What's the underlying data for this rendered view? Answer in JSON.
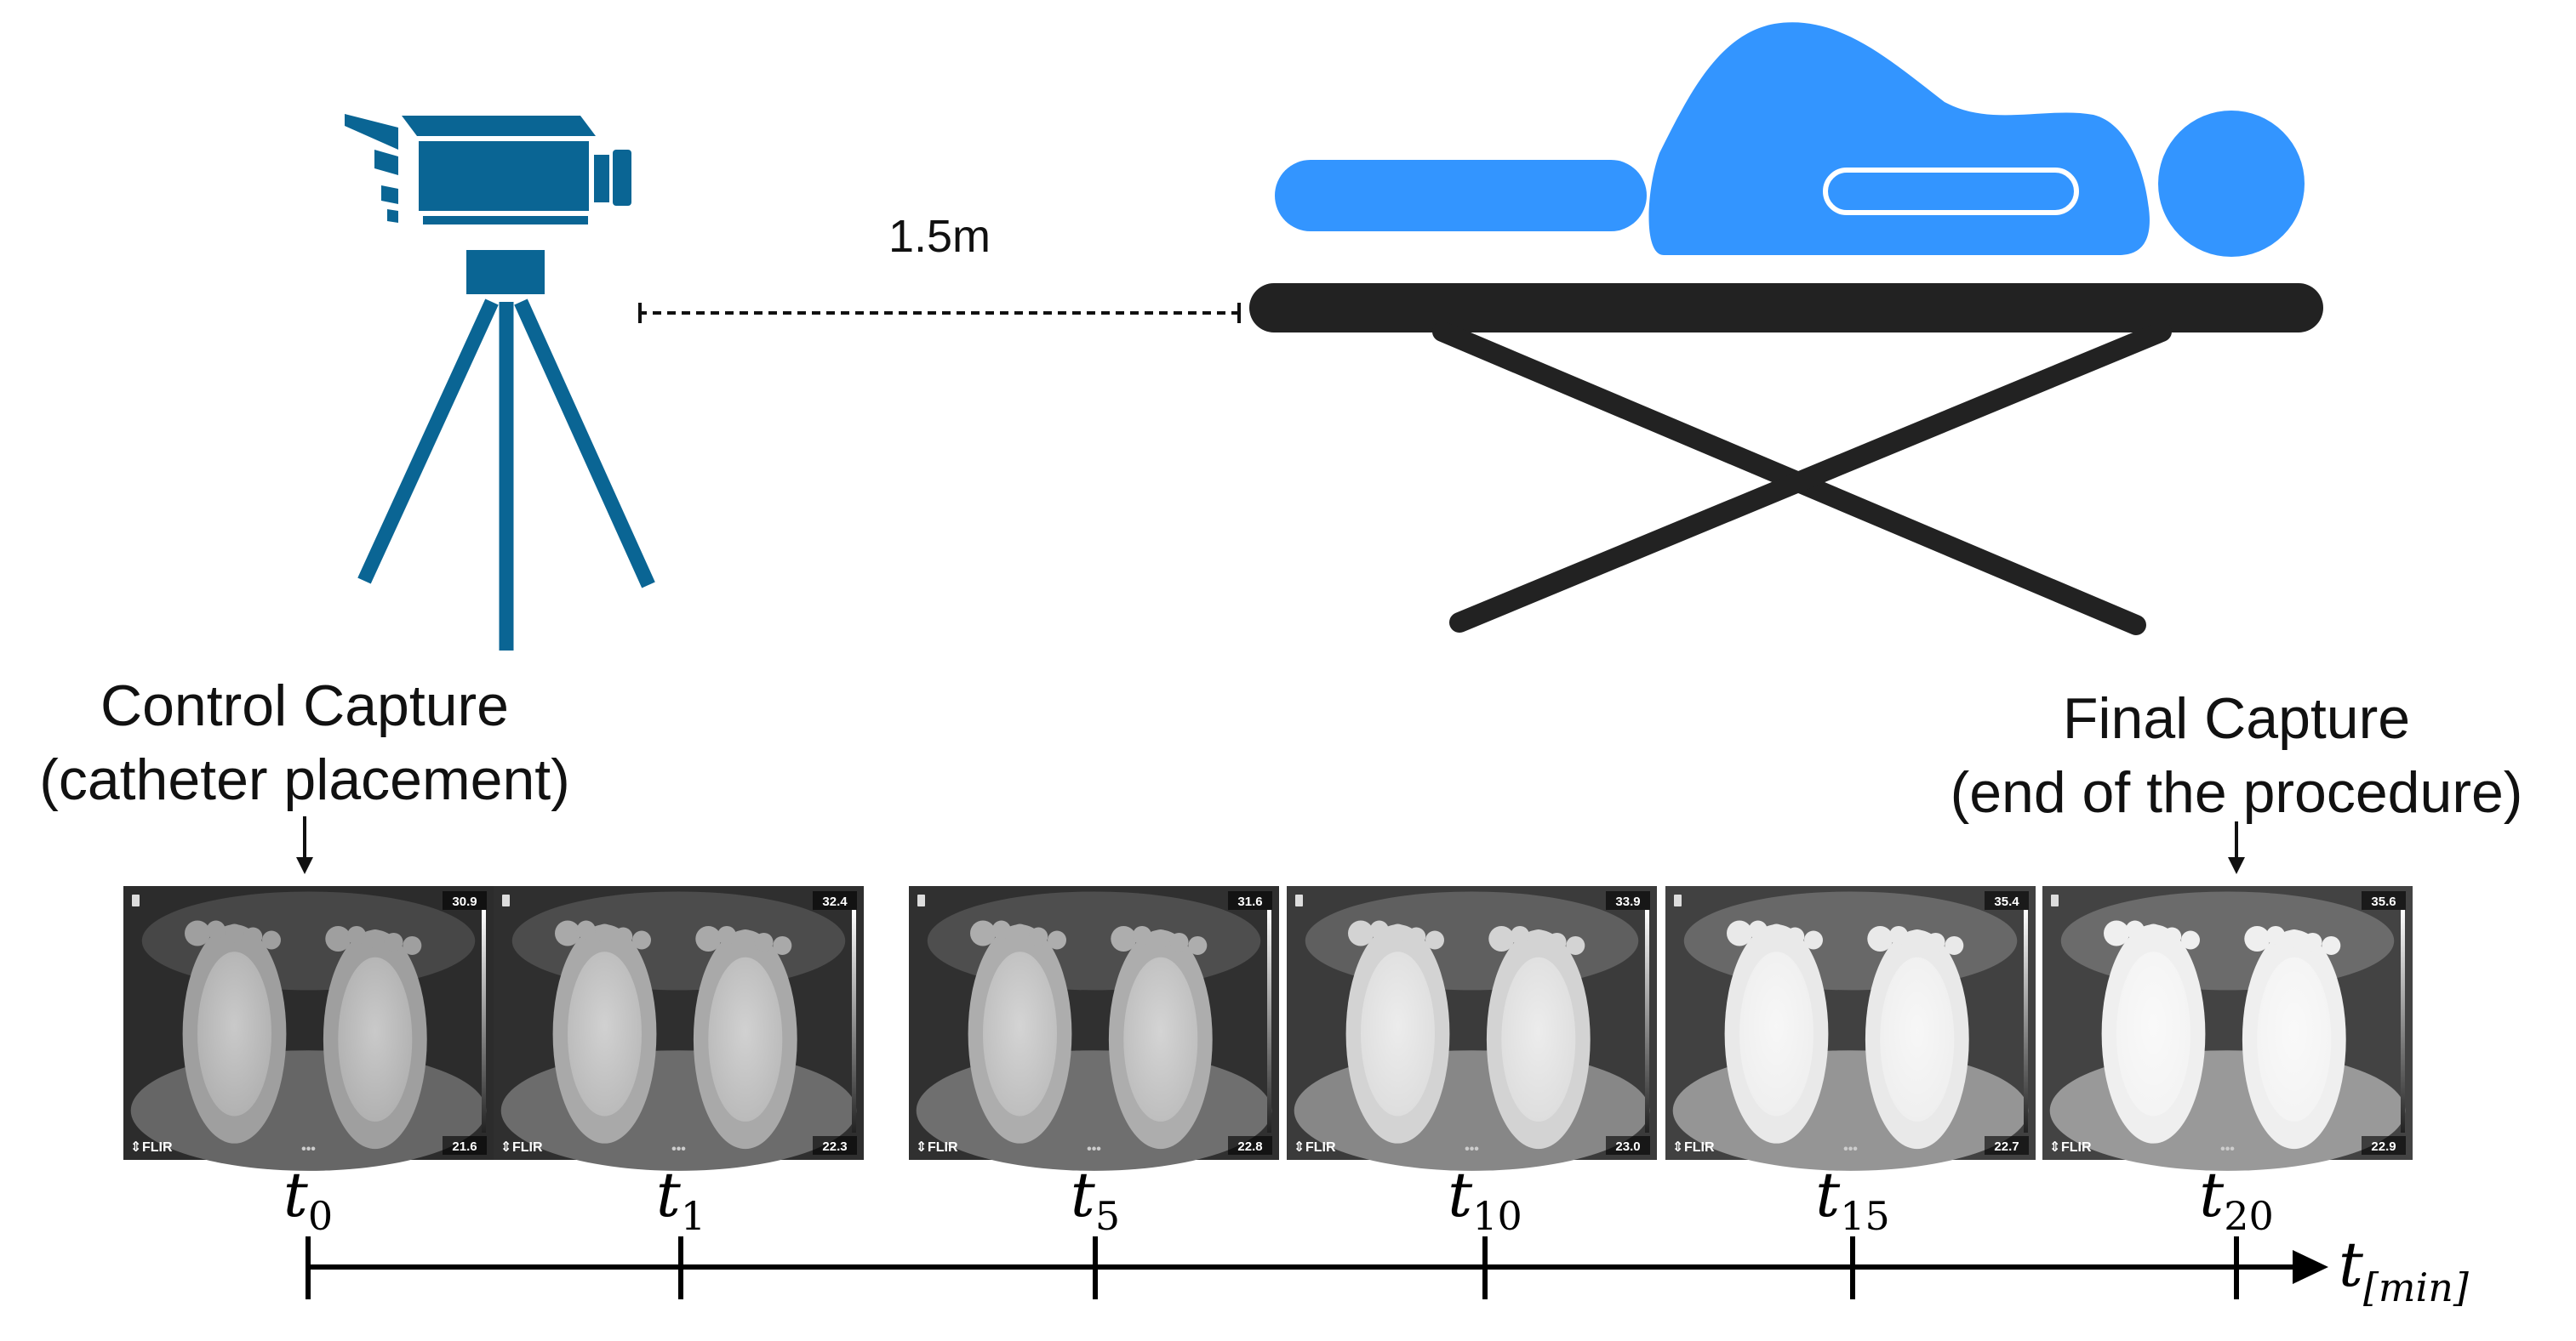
{
  "colors": {
    "camera": "#0a6594",
    "patient": "#3395ff",
    "table": "#222222",
    "axis": "#000000"
  },
  "icons": {
    "camera": "video-camera-on-tripod-icon",
    "patient": "patient-lying-icon",
    "table": "examination-table-icon"
  },
  "distance_label": "1.5m",
  "control_capture": {
    "line1": "Control Capture",
    "line2": "(catheter placement)"
  },
  "final_capture": {
    "line1": "Final Capture",
    "line2": "(end of the procedure)"
  },
  "thermal_images": [
    {
      "time": "0",
      "max_temp": "30.9",
      "min_temp": "21.6",
      "brand": "FLIR",
      "brightness": 0.35
    },
    {
      "time": "1",
      "max_temp": "32.4",
      "min_temp": "22.3",
      "brand": "FLIR",
      "brightness": 0.42
    },
    {
      "time": "5",
      "max_temp": "31.6",
      "min_temp": "22.8",
      "brand": "FLIR",
      "brightness": 0.45
    },
    {
      "time": "10",
      "max_temp": "33.9",
      "min_temp": "23.0",
      "brand": "FLIR",
      "brightness": 0.72
    },
    {
      "time": "15",
      "max_temp": "35.4",
      "min_temp": "22.7",
      "brand": "FLIR",
      "brightness": 0.88
    },
    {
      "time": "20",
      "max_temp": "35.6",
      "min_temp": "22.9",
      "brand": "FLIR",
      "brightness": 0.92
    }
  ],
  "timeline": {
    "axis_var": "t",
    "axis_unit": "[min]",
    "ticks": [
      {
        "base": "t",
        "sub": "0"
      },
      {
        "base": "t",
        "sub": "1"
      },
      {
        "base": "t",
        "sub": "5"
      },
      {
        "base": "t",
        "sub": "10"
      },
      {
        "base": "t",
        "sub": "15"
      },
      {
        "base": "t",
        "sub": "20"
      }
    ]
  }
}
